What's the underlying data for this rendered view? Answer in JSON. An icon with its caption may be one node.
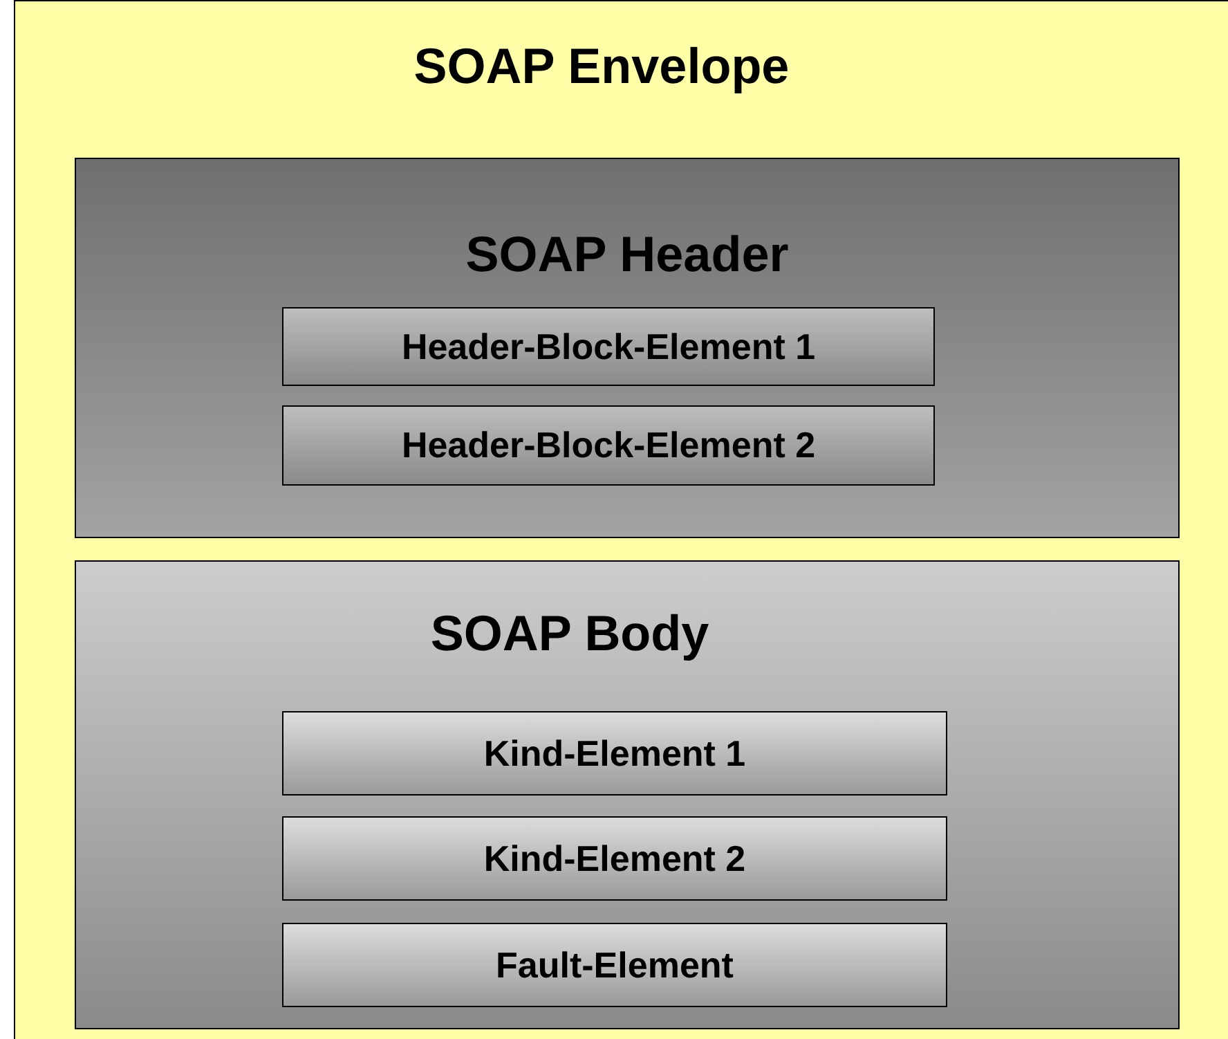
{
  "diagram": {
    "nodes": [
      {
        "text": [
          "SOAP Envelope"
        ]
      },
      {
        "text": [
          "SOAP Header"
        ],
        "in": 0
      },
      {
        "text": [
          "Header-Block-Element 1"
        ],
        "in": 1
      },
      {
        "text": [
          "Header-Block-Element 2"
        ],
        "in": 1
      },
      {
        "text": [
          "SOAP Body"
        ],
        "in": 0
      },
      {
        "text": [
          "Kind-Element 1"
        ],
        "in": 4
      },
      {
        "text": [
          "Kind-Element 2"
        ],
        "in": 4
      },
      {
        "text": [
          "Fault-Element"
        ],
        "in": 4
      }
    ]
  }
}
